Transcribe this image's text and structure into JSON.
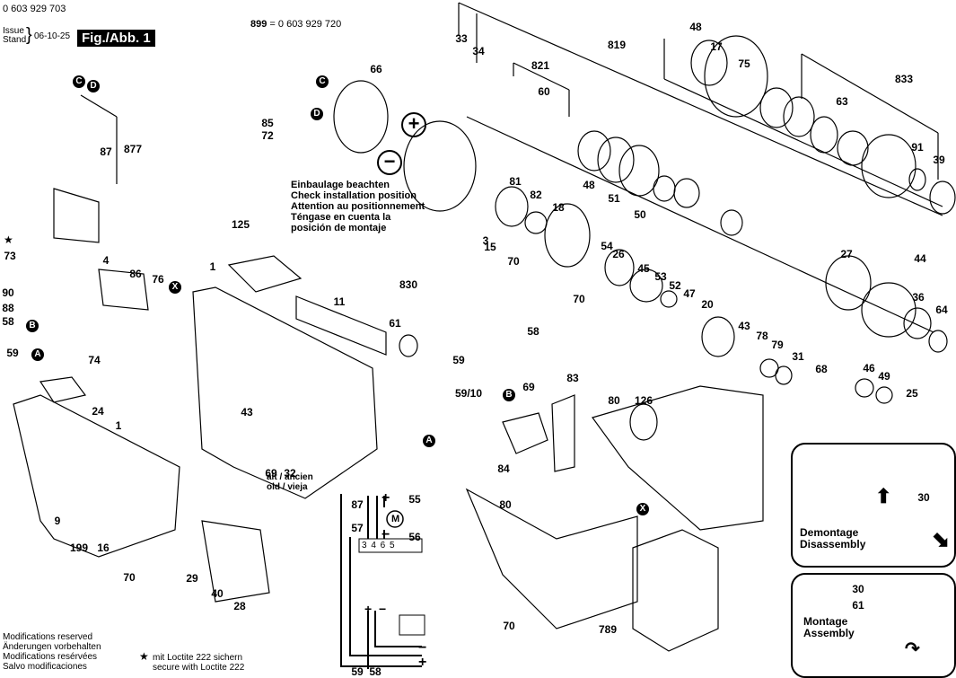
{
  "header": {
    "part_number": "0 603 929 703",
    "issue_label_en": "Issue",
    "issue_label_de": "Stand",
    "issue_date": "06-10-25",
    "figure_label": "Fig./Abb. 1",
    "reference_part": "899",
    "reference_equals": "= 0 603 929 720"
  },
  "installation_note": [
    "Einbaulage beachten",
    "Check installation position",
    "Attention au positionnement",
    "Téngase en cuenta la",
    "posición de montaje"
  ],
  "footer": {
    "modifications": [
      "Modifications reserved",
      "Änderungen vorbehalten",
      "Modifications resérvées",
      "Salvo modificaciones"
    ],
    "loctite_symbol": "★",
    "loctite_note": [
      "mit Loctite 222 sichern",
      "secure with Loctite 222"
    ]
  },
  "old_note": {
    "line1": "alt / ancien",
    "line2": "old / vieja"
  },
  "markers": {
    "A": "A",
    "B": "B",
    "C": "C",
    "D": "D",
    "X": "X",
    "plus": "+",
    "minus": "−"
  },
  "wiring": {
    "terminals": "3 4 6 5",
    "motor": "M",
    "plus": "+",
    "minus": "−",
    "labels": [
      "87",
      "57",
      "55",
      "56",
      "59",
      "58"
    ]
  },
  "insets": {
    "disassembly": {
      "line1": "Demontage",
      "line2": "Disassembly",
      "part": "30"
    },
    "assembly": {
      "line1": "Montage",
      "line2": "Assembly",
      "parts": [
        "30",
        "61"
      ]
    }
  },
  "part_labels": [
    {
      "id": "33"
    },
    {
      "id": "34"
    },
    {
      "id": "821"
    },
    {
      "id": "60"
    },
    {
      "id": "819"
    },
    {
      "id": "48"
    },
    {
      "id": "17"
    },
    {
      "id": "75"
    },
    {
      "id": "833"
    },
    {
      "id": "63"
    },
    {
      "id": "91"
    },
    {
      "id": "39"
    },
    {
      "id": "66"
    },
    {
      "id": "85"
    },
    {
      "id": "72"
    },
    {
      "id": "877"
    },
    {
      "id": "87"
    },
    {
      "id": "73"
    },
    {
      "id": "4"
    },
    {
      "id": "90"
    },
    {
      "id": "88"
    },
    {
      "id": "58"
    },
    {
      "id": "59"
    },
    {
      "id": "74"
    },
    {
      "id": "86"
    },
    {
      "id": "76"
    },
    {
      "id": "81"
    },
    {
      "id": "82"
    },
    {
      "id": "18"
    },
    {
      "id": "3"
    },
    {
      "id": "15"
    },
    {
      "id": "48"
    },
    {
      "id": "51"
    },
    {
      "id": "50"
    },
    {
      "id": "125"
    },
    {
      "id": "1"
    },
    {
      "id": "11"
    },
    {
      "id": "830"
    },
    {
      "id": "61"
    },
    {
      "id": "70"
    },
    {
      "id": "70"
    },
    {
      "id": "54"
    },
    {
      "id": "26"
    },
    {
      "id": "45"
    },
    {
      "id": "53"
    },
    {
      "id": "52"
    },
    {
      "id": "47"
    },
    {
      "id": "20"
    },
    {
      "id": "27"
    },
    {
      "id": "44"
    },
    {
      "id": "36"
    },
    {
      "id": "64"
    },
    {
      "id": "43"
    },
    {
      "id": "78"
    },
    {
      "id": "79"
    },
    {
      "id": "31"
    },
    {
      "id": "68"
    },
    {
      "id": "46"
    },
    {
      "id": "49"
    },
    {
      "id": "25"
    },
    {
      "id": "24"
    },
    {
      "id": "1"
    },
    {
      "id": "9"
    },
    {
      "id": "199"
    },
    {
      "id": "16"
    },
    {
      "id": "70"
    },
    {
      "id": "29"
    },
    {
      "id": "40"
    },
    {
      "id": "28"
    },
    {
      "id": "43"
    },
    {
      "id": "69"
    },
    {
      "id": "32"
    },
    {
      "id": "59"
    },
    {
      "id": "59/10"
    },
    {
      "id": "58"
    },
    {
      "id": "69"
    },
    {
      "id": "83"
    },
    {
      "id": "84"
    },
    {
      "id": "80"
    },
    {
      "id": "126"
    },
    {
      "id": "80"
    },
    {
      "id": "70"
    },
    {
      "id": "789"
    }
  ]
}
